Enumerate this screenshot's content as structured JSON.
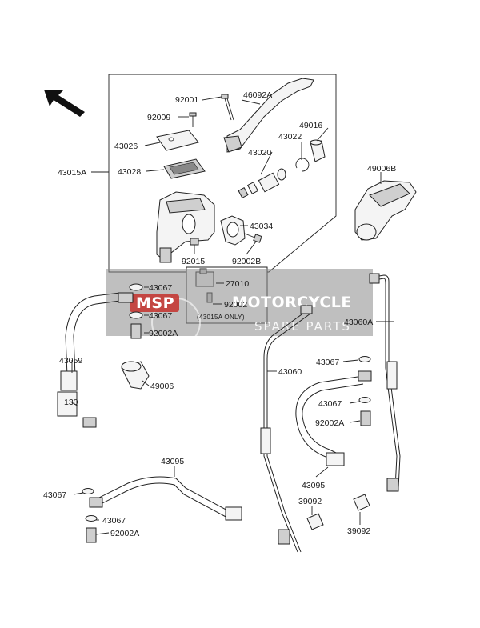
{
  "labels": {
    "p92001": "92001",
    "p46092A": "46092A",
    "p92009": "92009",
    "p49016": "49016",
    "p43022": "43022",
    "p43026": "43026",
    "p43020": "43020",
    "p43015A": "43015A",
    "p43028": "43028",
    "p49006B": "49006B",
    "p43034": "43034",
    "p92015": "92015",
    "p92002B": "92002B",
    "p43067_a": "43067",
    "p27010": "27010",
    "p92002": "92002",
    "p43067_b": "43067",
    "note_43015A": "(43015A ONLY)",
    "p92002A_a": "92002A",
    "p43060A": "43060A",
    "p43059": "43059",
    "p43067_c": "43067",
    "p43060": "43060",
    "p49006": "49006",
    "p43067_d": "43067",
    "p130": "130",
    "p92002A_b": "92002A",
    "p43095_a": "43095",
    "p43095_b": "43095",
    "p43067_e": "43067",
    "p39092_a": "39092",
    "p43067_f": "43067",
    "p92002A_c": "92002A",
    "p39092_b": "39092"
  },
  "watermark": {
    "brand": "MOTORCYCLE",
    "sub": "SPARE PARTS",
    "badge": "MSP"
  },
  "colors": {
    "watermark_band": "#8a8a8a",
    "watermark_badge": "#c4302b",
    "line": "#222222"
  },
  "icons": {
    "direction": "arrow-up-left-icon"
  }
}
